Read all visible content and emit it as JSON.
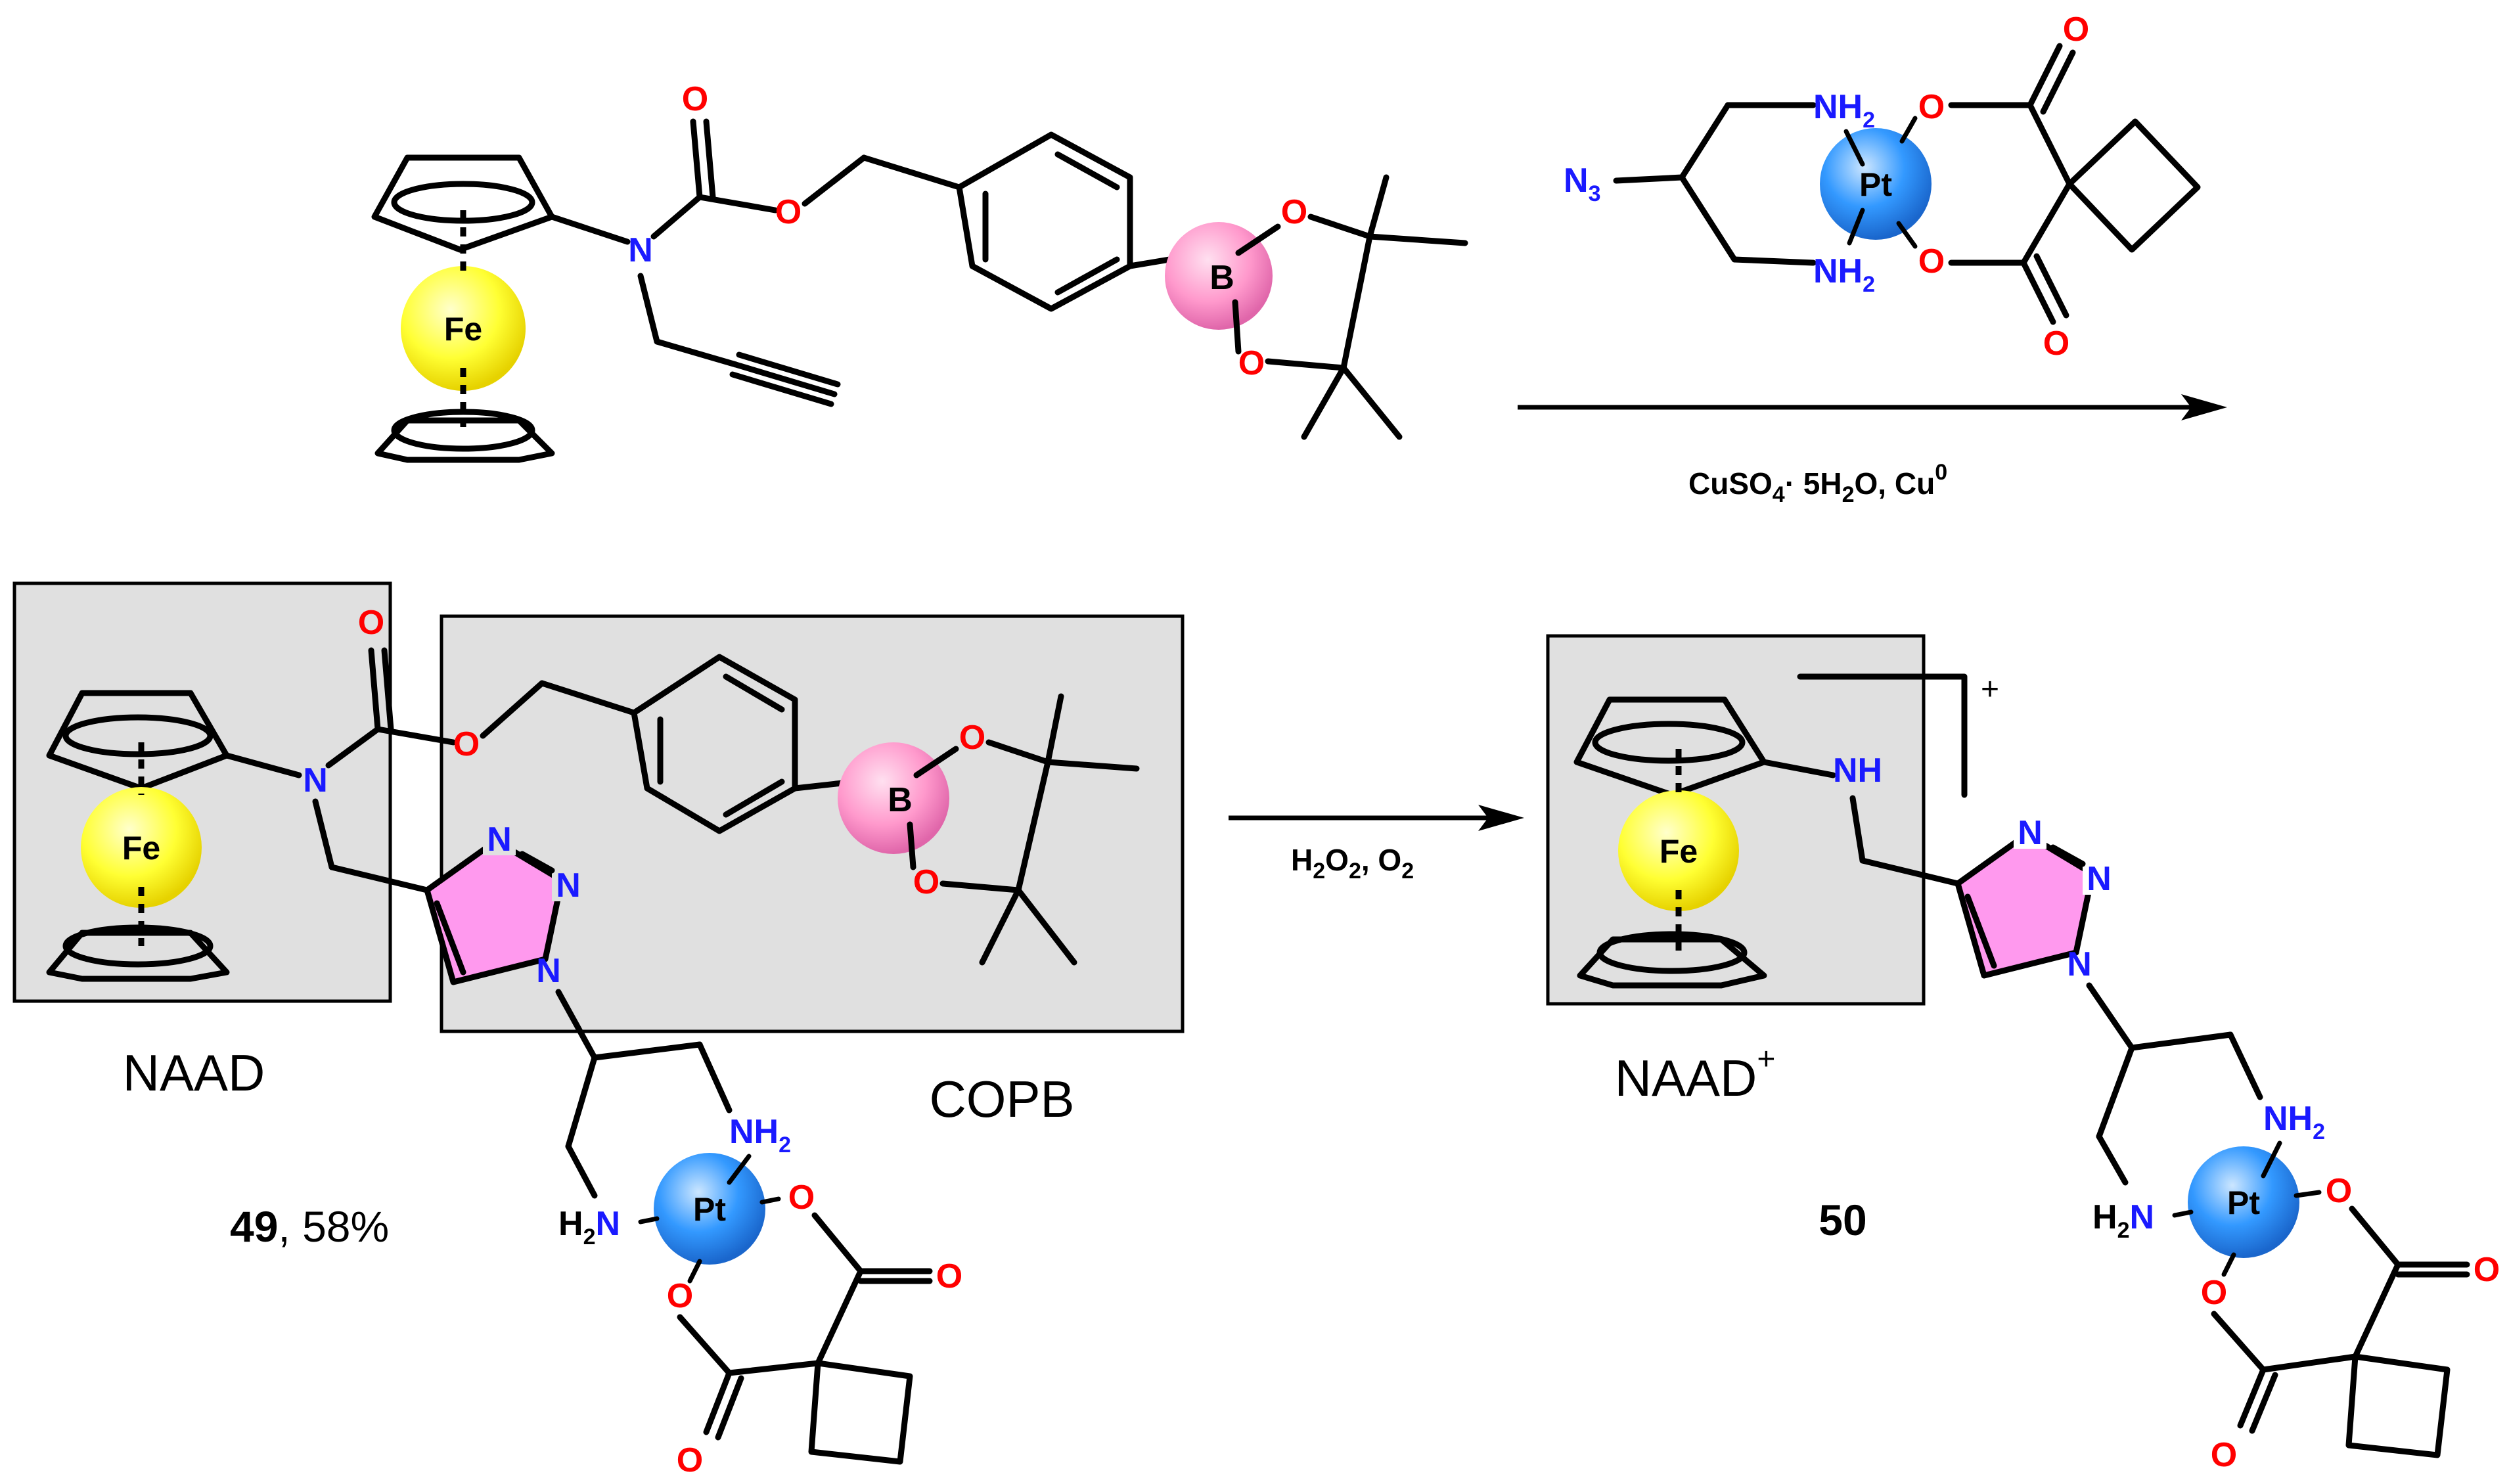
{
  "atoms": {
    "fe": "Fe",
    "pt": "Pt",
    "b": "B",
    "o": "O",
    "n": "N",
    "nh": "NH",
    "nh2": "NH",
    "h2n": "H",
    "h2n_n": "N",
    "sub2": "2",
    "n3": "N",
    "sub3": "3"
  },
  "reagents": {
    "step1_cu": "CuSO",
    "step1_sub4": "4",
    "step1_mid": "· 5H",
    "step1_sub2": "2",
    "step1_o": "O, Cu",
    "step1_sup0": "0",
    "step2_h": "H",
    "step2_sub2a": "2",
    "step2_o": "O",
    "step2_sub2b": "2",
    "step2_rest": ", O",
    "step2_sub2c": "2"
  },
  "labels": {
    "naad": "NAAD",
    "copb": "COPB",
    "naad_plus": "NAAD",
    "plus": "+",
    "charge_plus": "+",
    "cmpd49_num": "49",
    "cmpd49_yield": ", 58%",
    "cmpd50_num": "50"
  },
  "colors": {
    "iron_sphere": "#ffff33",
    "platinum_sphere": "#3399ff",
    "boron_sphere": "#ff88cc",
    "triazole_fill": "#ff99ee",
    "box_fill": "#e0e0e0",
    "nitrogen": "#1a1aff",
    "oxygen": "#ff0000"
  }
}
